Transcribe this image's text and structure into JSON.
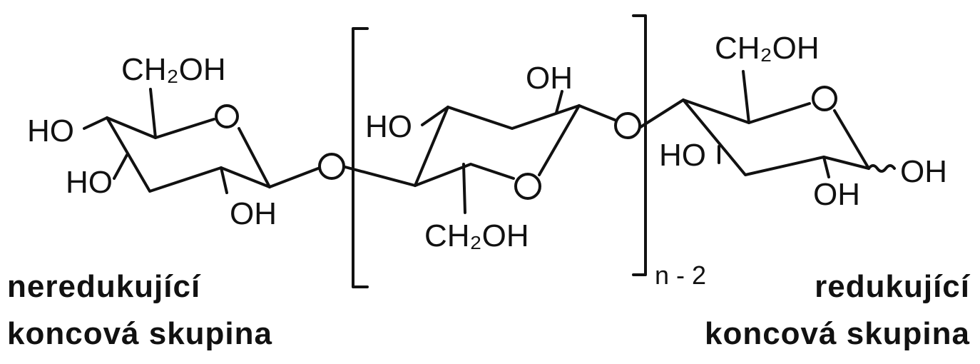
{
  "labels": {
    "ch2oh": "CH₂OH",
    "oh": "OH",
    "ho": "HO",
    "o": "O",
    "repeat_subscript": "n - 2"
  },
  "captions": {
    "left_line1": "neredukující",
    "left_line2": "koncová skupina",
    "right_line1": "redukující",
    "right_line2": "koncová skupina"
  },
  "colors": {
    "ink": "#111111",
    "background": "#ffffff"
  }
}
